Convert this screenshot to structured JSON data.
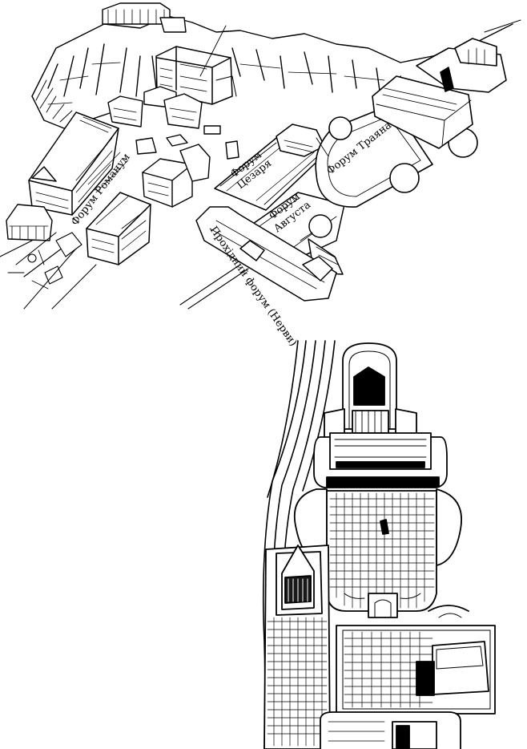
{
  "figure": {
    "top": {
      "labels": {
        "forum_romanum": "Форум Романум",
        "forum_caesar_1": "Форум",
        "forum_caesar_2": "Цезаря",
        "forum_augustus_1": "Форум",
        "forum_augustus_2": "Августа",
        "forum_trajan": "Форум Траяна",
        "forum_nerva": "Прохідний форум (Нерви)"
      }
    }
  },
  "colors": {
    "ink": "#000000",
    "paper": "#ffffff"
  }
}
